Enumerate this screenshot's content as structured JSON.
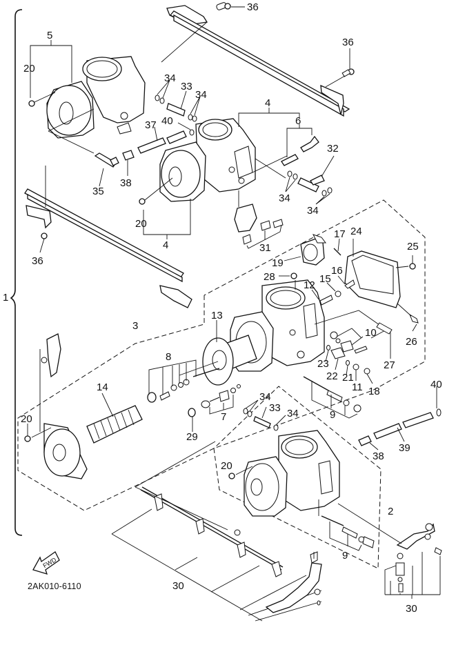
{
  "diagram": {
    "title_code": "2AK010-6110",
    "fwd_label": "FWD",
    "group_label": "1",
    "callouts": [
      {
        "id": "c36a",
        "text": "36"
      },
      {
        "id": "c5",
        "text": "5"
      },
      {
        "id": "c20a",
        "text": "20"
      },
      {
        "id": "c34a",
        "text": "34"
      },
      {
        "id": "c33a",
        "text": "33"
      },
      {
        "id": "c34b",
        "text": "34"
      },
      {
        "id": "c36b",
        "text": "36"
      },
      {
        "id": "c4a",
        "text": "4"
      },
      {
        "id": "c40a",
        "text": "40"
      },
      {
        "id": "c37",
        "text": "37"
      },
      {
        "id": "c6",
        "text": "6"
      },
      {
        "id": "c32",
        "text": "32"
      },
      {
        "id": "c35",
        "text": "35"
      },
      {
        "id": "c38a",
        "text": "38"
      },
      {
        "id": "c34c",
        "text": "34"
      },
      {
        "id": "c34d",
        "text": "34"
      },
      {
        "id": "c20b",
        "text": "20"
      },
      {
        "id": "c4b",
        "text": "4"
      },
      {
        "id": "c31",
        "text": "31"
      },
      {
        "id": "c36c",
        "text": "36"
      },
      {
        "id": "c17",
        "text": "17"
      },
      {
        "id": "c24",
        "text": "24"
      },
      {
        "id": "c25",
        "text": "25"
      },
      {
        "id": "c19",
        "text": "19"
      },
      {
        "id": "c28",
        "text": "28"
      },
      {
        "id": "c16",
        "text": "16"
      },
      {
        "id": "c12",
        "text": "12"
      },
      {
        "id": "c15",
        "text": "15"
      },
      {
        "id": "c3",
        "text": "3"
      },
      {
        "id": "c13",
        "text": "13"
      },
      {
        "id": "c10",
        "text": "10"
      },
      {
        "id": "c26",
        "text": "26"
      },
      {
        "id": "c8",
        "text": "8"
      },
      {
        "id": "c23",
        "text": "23"
      },
      {
        "id": "c27",
        "text": "27"
      },
      {
        "id": "c22",
        "text": "22"
      },
      {
        "id": "c21",
        "text": "21"
      },
      {
        "id": "c11",
        "text": "11"
      },
      {
        "id": "c18",
        "text": "18"
      },
      {
        "id": "c14",
        "text": "14"
      },
      {
        "id": "c40b",
        "text": "40"
      },
      {
        "id": "c7",
        "text": "7"
      },
      {
        "id": "c9a",
        "text": "9"
      },
      {
        "id": "c34e",
        "text": "34"
      },
      {
        "id": "c33b",
        "text": "33"
      },
      {
        "id": "c34f",
        "text": "34"
      },
      {
        "id": "c20c",
        "text": "20"
      },
      {
        "id": "c29",
        "text": "29"
      },
      {
        "id": "c39",
        "text": "39"
      },
      {
        "id": "c38b",
        "text": "38"
      },
      {
        "id": "c20d",
        "text": "20"
      },
      {
        "id": "c2",
        "text": "2"
      },
      {
        "id": "c9b",
        "text": "9"
      },
      {
        "id": "c30a",
        "text": "30"
      },
      {
        "id": "c30b",
        "text": "30"
      }
    ]
  }
}
